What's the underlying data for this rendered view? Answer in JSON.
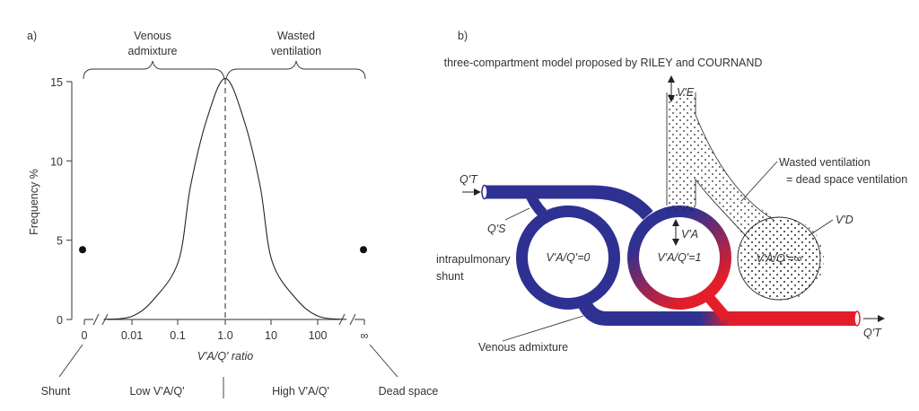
{
  "panel_a": {
    "label": "a)",
    "brace_left": [
      "Venous",
      "admixture"
    ],
    "brace_right": [
      "Wasted",
      "ventilation"
    ],
    "ylabel": "Frequency %",
    "yticks": [
      "0",
      "5",
      "10",
      "15"
    ],
    "xticks": [
      "0",
      "0.01",
      "0.1",
      "1.0",
      "10",
      "100",
      "∞"
    ],
    "xlabel": "V'A/Q' ratio",
    "bottom_labels": {
      "shunt": "Shunt",
      "low": "Low V'A/Q'",
      "high": "High V'A/Q'",
      "dead": "Dead space"
    }
  },
  "chart_data": {
    "type": "line",
    "xlabel": "V'A/Q' ratio",
    "ylabel": "Frequency %",
    "xscale": "log",
    "ylim": [
      0,
      15
    ],
    "curve": {
      "x": [
        0.0025,
        0.01,
        0.03,
        0.1,
        0.18,
        0.4,
        1.0,
        2.5,
        5.6,
        10,
        33,
        100,
        400
      ],
      "y": [
        0,
        0.2,
        1.3,
        3.7,
        8.4,
        12.6,
        15.2,
        12.6,
        8.4,
        3.7,
        1.3,
        0.2,
        0
      ]
    },
    "points": [
      {
        "label": "Shunt",
        "x": "0",
        "y": 4.4
      },
      {
        "label": "Dead space",
        "x": "∞",
        "y": 4.4
      }
    ],
    "reference_line": {
      "x": 1.0,
      "style": "dashed"
    }
  },
  "panel_b": {
    "label": "b)",
    "title": "three-compartment model proposed by RILEY and COURNAND",
    "qt_in": "Q'T",
    "qt_out": "Q'T",
    "qs": "Q'S",
    "ve": "V'E",
    "va": "V'A",
    "vd": "V'D",
    "shunt": [
      "intrapulmonary",
      "shunt"
    ],
    "c0": "V'A/Q'=0",
    "c1": "V'A/Q'=1",
    "cinf": "V'A/Q'=∞",
    "wasted": [
      "Wasted ventilation",
      "= dead space ventilation"
    ],
    "venous": "Venous admixture",
    "colors": {
      "venous": "#2e3192",
      "arterial": "#e31e2a"
    }
  }
}
